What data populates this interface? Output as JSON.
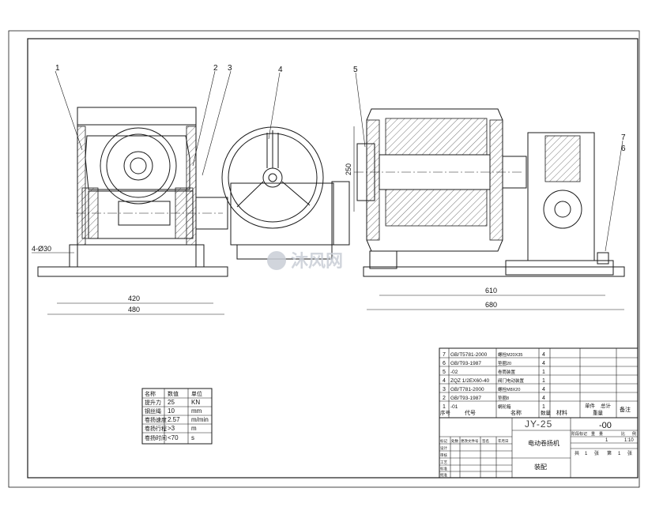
{
  "drawing": {
    "balloons": [
      "1",
      "2",
      "3",
      "4",
      "5",
      "7",
      "6"
    ],
    "dims": {
      "holes": "4-Ø30",
      "left_span": "420",
      "left_total": "480",
      "height": "250",
      "right_span": "610",
      "right_total": "680"
    },
    "watermark": "沐风网"
  },
  "params": {
    "headers": [
      "名称",
      "数值",
      "单位"
    ],
    "rows": [
      [
        "提升力",
        "25",
        "KN"
      ],
      [
        "钢丝绳",
        "10",
        "mm"
      ],
      [
        "卷扬速度",
        "2.57",
        "m/min"
      ],
      [
        "卷扬行程",
        ">3",
        "m"
      ],
      [
        "卷扬时间",
        "<70",
        "s"
      ]
    ]
  },
  "bom": {
    "rows": [
      {
        "no": "7",
        "code": "GB/T5781-2000",
        "name": "螺栓M20X35",
        "qty": "4"
      },
      {
        "no": "6",
        "code": "GB/T93-1987",
        "name": "垫圈20",
        "qty": "4"
      },
      {
        "no": "5",
        "code": "-02",
        "name": "卷筒装置",
        "qty": "1"
      },
      {
        "no": "4",
        "code": "ZQZ 1/2EX60-40",
        "name": "阀门电动装置",
        "qty": "1"
      },
      {
        "no": "3",
        "code": "GB/T781-2000",
        "name": "螺栓M8X20",
        "qty": "4"
      },
      {
        "no": "2",
        "code": "GB/T93-1987",
        "name": "垫圈8",
        "qty": "4"
      },
      {
        "no": "1",
        "code": "-01",
        "name": "蜗轮箱",
        "qty": "1"
      }
    ],
    "header": {
      "no": "序号",
      "code": "代号",
      "name": "名称",
      "qty": "数量",
      "material": "材料",
      "unit_weight": "单件",
      "total_weight": "总计",
      "weight": "重量",
      "remark": "备注"
    }
  },
  "title_block": {
    "drawing_no_left": "JY-25",
    "drawing_no_right": "-00",
    "title": "电动卷扬机",
    "subtitle": "装配",
    "stage_header": [
      "阶段标记",
      "重",
      "量",
      "比",
      "例"
    ],
    "stage_values": [
      "",
      "",
      "1",
      "",
      "1:10"
    ],
    "sheet_info": [
      "共",
      "1",
      "张",
      "第",
      "1",
      "张"
    ],
    "signature_header": [
      "标记",
      "处数",
      "更改文件号",
      "签名",
      "年月日"
    ],
    "signature_rows": [
      "设计",
      "审核",
      "工艺",
      "标准",
      "批准"
    ]
  }
}
